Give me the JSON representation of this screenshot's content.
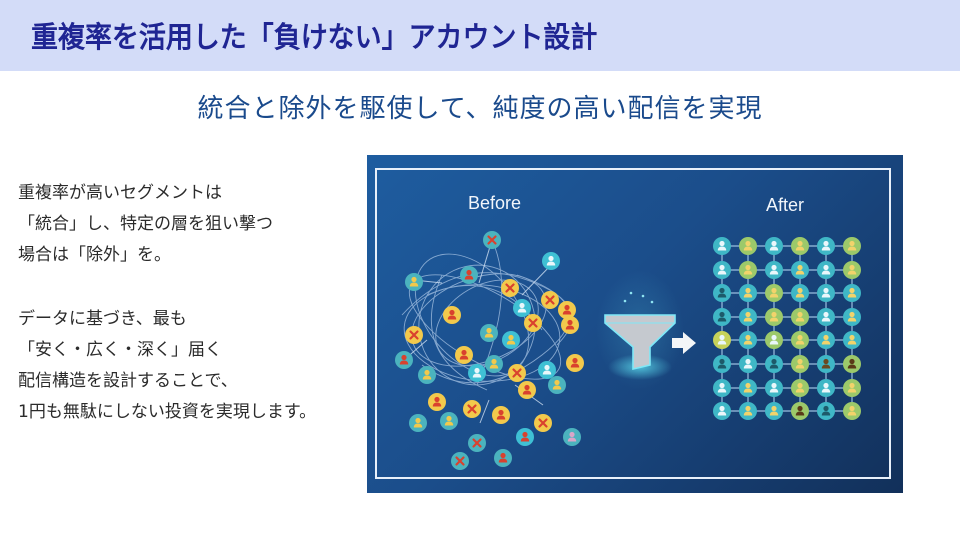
{
  "header": {
    "title": "重複率を活用した「負けない」アカウント設計",
    "background": "#d3dcf8",
    "title_color": "#1f2593"
  },
  "subtitle": {
    "text": "統合と除外を駆使して、純度の高い配信を実現",
    "color": "#1a4a8c"
  },
  "body": {
    "paragraph1": [
      "重複率が高いセグメントは",
      "「統合」し、特定の層を狙い撃つ",
      "場合は「除外」を。"
    ],
    "paragraph2": [
      "データに基づき、最も",
      "「安く・広く・深く」届く",
      "配信構造を設計することで、",
      "1円も無駄にしない投資を実現します。"
    ]
  },
  "figure": {
    "before_label": "Before",
    "after_label": "After",
    "background": "#1b4d8a",
    "icons": {
      "before": "tangled-network-of-user-and-x-nodes",
      "filter": "funnel-icon",
      "arrow": "arrow-right-icon",
      "after": "ordered-grid-of-user-nodes"
    },
    "node_colors": {
      "teal": "#3fb7c6",
      "yellow": "#f2c94c",
      "green": "#9cc96a",
      "red": "#e0533a"
    },
    "after_grid": {
      "rows": 8,
      "cols": 6
    }
  }
}
